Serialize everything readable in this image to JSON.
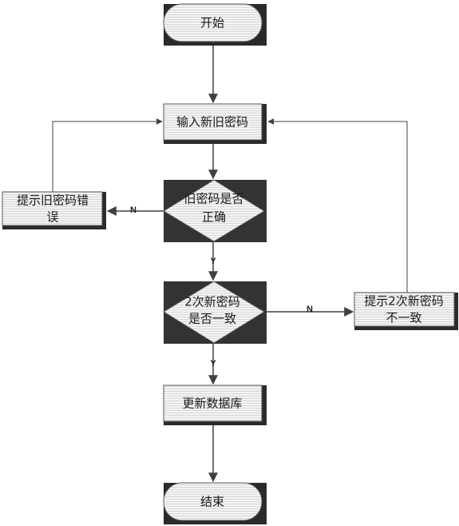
{
  "nodes": {
    "start": "开始",
    "input": "输入新旧密码",
    "check_old": [
      "旧密码是否",
      "正确"
    ],
    "err_old": [
      "提示旧密码错",
      "误"
    ],
    "check_new": [
      "2次新密码",
      "是否一致"
    ],
    "err_new": [
      "提示2次新密码",
      "不一致"
    ],
    "update": "更新数据库",
    "end": "结束"
  },
  "edges": {
    "no_old": "N",
    "yes_old": "Y",
    "no_new": "N",
    "yes_new": "Y"
  }
}
